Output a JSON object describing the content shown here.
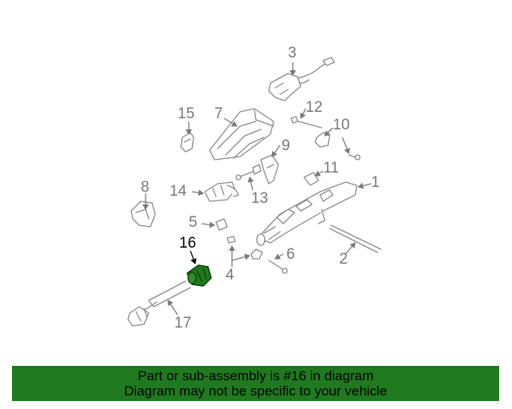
{
  "diagram": {
    "callouts": [
      "1",
      "2",
      "3",
      "4",
      "5",
      "6",
      "7",
      "8",
      "9",
      "10",
      "11",
      "12",
      "13",
      "14",
      "15",
      "16",
      "17"
    ],
    "highlighted_part": "16",
    "highlight_color": "#1f7a1f"
  },
  "banner": {
    "line1": "Part or sub-assembly is #16 in diagram",
    "line2": "Diagram may not be specific to your vehicle",
    "background": "#1f7a1f"
  }
}
